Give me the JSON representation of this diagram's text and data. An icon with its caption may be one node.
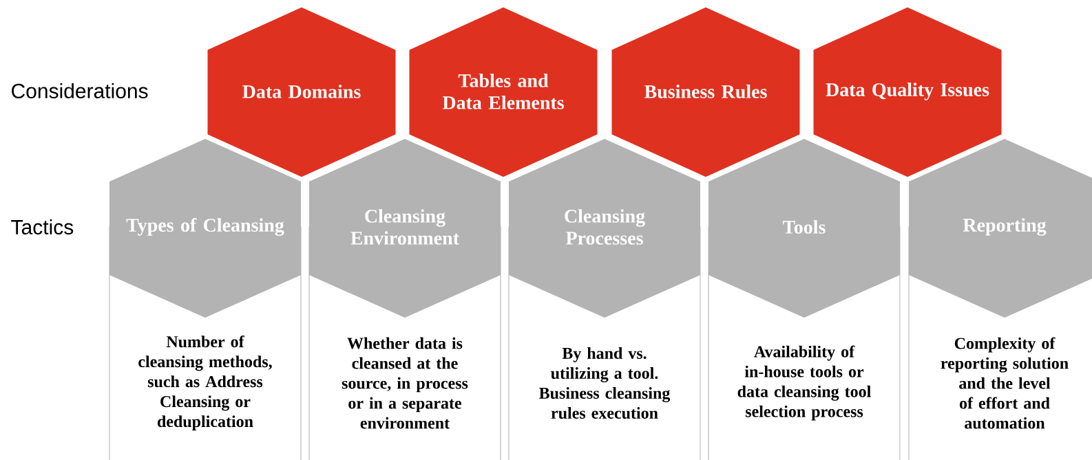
{
  "diagram": {
    "nodes": [
      {
        "text": [
          "Data Domains"
        ]
      },
      {
        "text": [
          "Tables and Data Elements"
        ]
      },
      {
        "text": [
          "Business Rules"
        ]
      },
      {
        "text": [
          "Data Quality Issues"
        ]
      },
      {
        "text": [
          "Types of Cleansing"
        ]
      },
      {
        "text": [
          "Cleansing Environment"
        ]
      },
      {
        "text": [
          "Cleansing Processes"
        ]
      },
      {
        "text": [
          "Tools"
        ]
      },
      {
        "text": [
          "Reporting"
        ]
      },
      {
        "text": [
          "Number of cleansing methods, such as Address Cleansing or deduplication"
        ]
      },
      {
        "text": [
          "Whether data is cleansed at the source, in process or in a separate environment"
        ]
      },
      {
        "text": [
          "By hand vs. utilizing a tool. Business cleansing rules execution"
        ]
      },
      {
        "text": [
          "Availability of in-house tools or data cleansing tool selection process"
        ]
      },
      {
        "text": [
          "Complexity of reporting solution and the level of effort and automation"
        ]
      }
    ],
    "labels": [
      "Considerations",
      "Tactics"
    ]
  }
}
